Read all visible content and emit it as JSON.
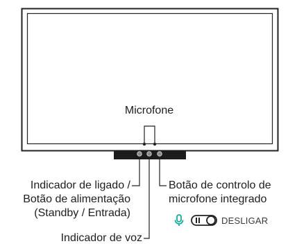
{
  "labels": {
    "microphone": "Microfone",
    "power_indicator": [
      "Indicador de ligado /",
      "Botão de alimentação",
      "(Standby / Entrada)"
    ],
    "mic_control": [
      "Botão de controlo de",
      "microfone integrado"
    ],
    "voice_indicator": "Indicador de voz"
  },
  "mic_status": {
    "icon": "microphone-icon",
    "switch_icon": "toggle-switch-icon",
    "state": "DESLIGAR"
  },
  "colors": {
    "line": "#222222",
    "mic_icon": "#1aa89c"
  }
}
